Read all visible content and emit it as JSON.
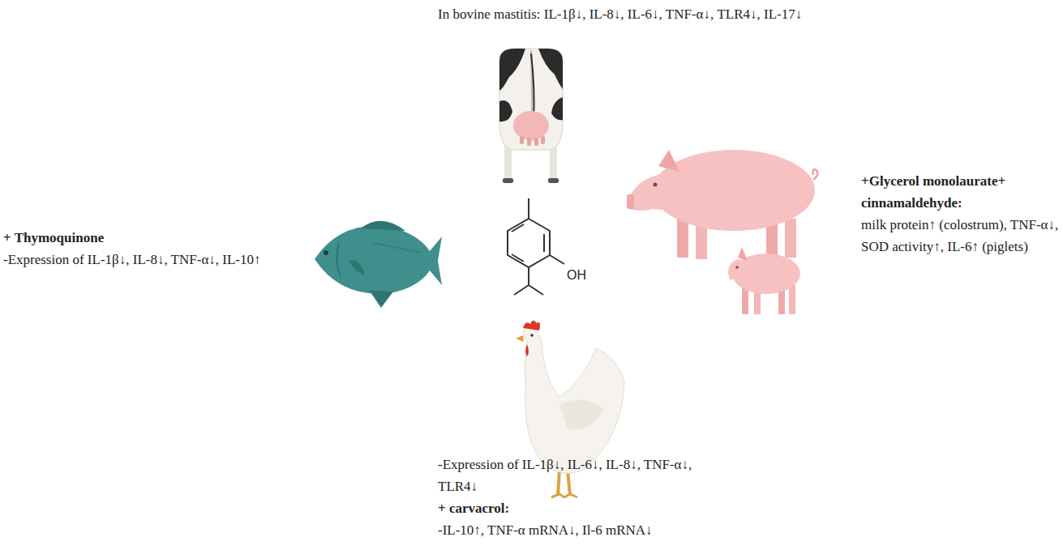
{
  "diagram": {
    "labels": [
      "In bovine mastitis: IL-1β↓, IL-8↓, IL-6↓, TNF-α↓, TLR4↓, IL-17↓",
      "+ Thymoquinone",
      "-Expression of IL-1β↓, IL-8↓, TNF-α↓, IL-10↑",
      "+Glycerol monolaurate+ cinnamaldehyde:",
      "milk protein↑ (colostrum), TNF-α↓, SOD activity↑, IL-6↑ (piglets)",
      "-Expression of IL-1β↓, IL-6↓, IL-8↓, TNF-α↓, TLR4↓",
      "+ carvacrol:",
      "-IL-10↑, TNF-α mRNA↓, Il-6 mRNA↓",
      "OH"
    ]
  }
}
